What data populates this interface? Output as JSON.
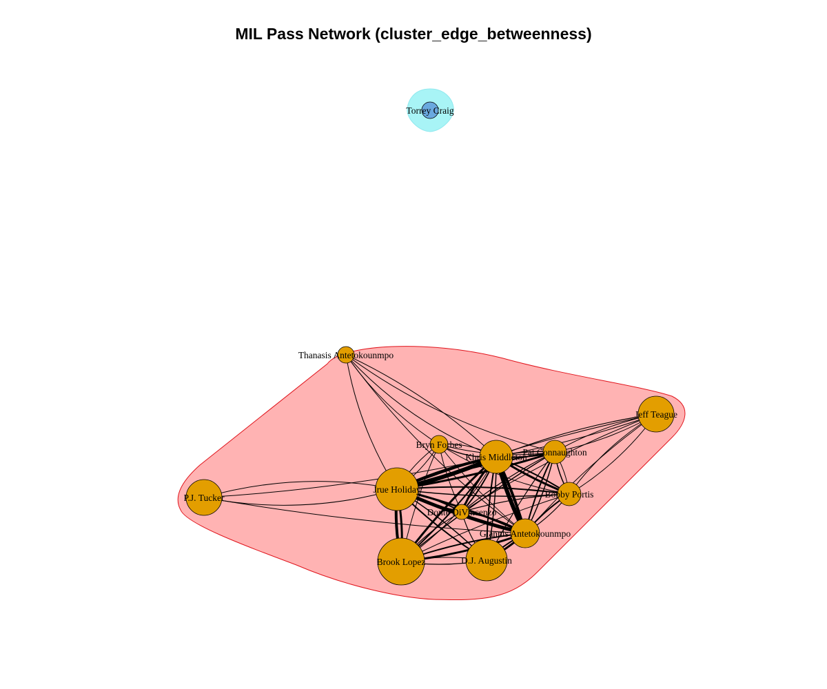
{
  "title": "MIL Pass Network (cluster_edge_betweenness)",
  "colors": {
    "main_cluster_fill": "#ffb3b3",
    "main_cluster_stroke": "#e0131b",
    "small_cluster_fill": "#a8f4f6",
    "small_cluster_stroke": "#8fe8ee",
    "main_node": "#e39e00",
    "small_node": "#6aa9df",
    "edge": "#000000"
  },
  "clusters": [
    {
      "id": "c1",
      "name": "main-cluster",
      "members": [
        "thanasis",
        "jeff",
        "bryn",
        "khris",
        "pat",
        "jrue",
        "pj",
        "bobby",
        "donte",
        "giannis",
        "brook",
        "dj"
      ]
    },
    {
      "id": "c2",
      "name": "isolated-cluster",
      "members": [
        "torrey"
      ]
    }
  ],
  "nodes": [
    {
      "id": "torrey",
      "label": "Torrey Craig",
      "cluster": "c2"
    },
    {
      "id": "thanasis",
      "label": "Thanasis Antetokounmpo",
      "cluster": "c1"
    },
    {
      "id": "jeff",
      "label": "Jeff Teague",
      "cluster": "c1"
    },
    {
      "id": "bryn",
      "label": "Bryn Forbes",
      "cluster": "c1"
    },
    {
      "id": "khris",
      "label": "Khris Middleton",
      "cluster": "c1"
    },
    {
      "id": "pat",
      "label": "Pat Connaughton",
      "cluster": "c1"
    },
    {
      "id": "jrue",
      "label": "Jrue Holiday",
      "cluster": "c1"
    },
    {
      "id": "pj",
      "label": "P.J. Tucker",
      "cluster": "c1"
    },
    {
      "id": "bobby",
      "label": "Bobby Portis",
      "cluster": "c1"
    },
    {
      "id": "donte",
      "label": "Donte DiVincenzo",
      "cluster": "c1"
    },
    {
      "id": "giannis",
      "label": "Giannis Antetokounmpo",
      "cluster": "c1"
    },
    {
      "id": "brook",
      "label": "Brook Lopez",
      "cluster": "c1"
    },
    {
      "id": "dj",
      "label": "D.J. Augustin",
      "cluster": "c1"
    }
  ],
  "edges": [
    {
      "a": "jrue",
      "b": "khris",
      "w": 6,
      "c": 0.05
    },
    {
      "a": "jrue",
      "b": "khris",
      "w": 4,
      "c": -0.06
    },
    {
      "a": "khris",
      "b": "giannis",
      "w": 6,
      "c": 0.05
    },
    {
      "a": "khris",
      "b": "giannis",
      "w": 4,
      "c": -0.05
    },
    {
      "a": "jrue",
      "b": "giannis",
      "w": 5,
      "c": 0.05
    },
    {
      "a": "jrue",
      "b": "giannis",
      "w": 3,
      "c": -0.05
    },
    {
      "a": "jrue",
      "b": "brook",
      "w": 4,
      "c": 0.07
    },
    {
      "a": "jrue",
      "b": "brook",
      "w": 3,
      "c": -0.07
    },
    {
      "a": "brook",
      "b": "giannis",
      "w": 3,
      "c": 0.06
    },
    {
      "a": "brook",
      "b": "giannis",
      "w": 2,
      "c": -0.06
    },
    {
      "a": "dj",
      "b": "giannis",
      "w": 3,
      "c": 0.06
    },
    {
      "a": "dj",
      "b": "giannis",
      "w": 2,
      "c": -0.06
    },
    {
      "a": "jrue",
      "b": "pat",
      "w": 3,
      "c": 0.04
    },
    {
      "a": "jrue",
      "b": "pat",
      "w": 2,
      "c": -0.04
    },
    {
      "a": "khris",
      "b": "pat",
      "w": 2,
      "c": 0.08
    },
    {
      "a": "khris",
      "b": "pat",
      "w": 1.5,
      "c": -0.08
    },
    {
      "a": "khris",
      "b": "bobby",
      "w": 3,
      "c": 0.05
    },
    {
      "a": "khris",
      "b": "bobby",
      "w": 2,
      "c": -0.05
    },
    {
      "a": "khris",
      "b": "donte",
      "w": 3,
      "c": 0.08
    },
    {
      "a": "khris",
      "b": "donte",
      "w": 2,
      "c": -0.08
    },
    {
      "a": "jrue",
      "b": "donte",
      "w": 3,
      "c": 0.08
    },
    {
      "a": "jrue",
      "b": "donte",
      "w": 2,
      "c": -0.08
    },
    {
      "a": "giannis",
      "b": "donte",
      "w": 2,
      "c": 0.1
    },
    {
      "a": "giannis",
      "b": "donte",
      "w": 1.5,
      "c": -0.1
    },
    {
      "a": "khris",
      "b": "brook",
      "w": 3,
      "c": 0.05
    },
    {
      "a": "khris",
      "b": "brook",
      "w": 2,
      "c": -0.05
    },
    {
      "a": "khris",
      "b": "dj",
      "w": 2,
      "c": 0.05
    },
    {
      "a": "khris",
      "b": "dj",
      "w": 1.5,
      "c": -0.05
    },
    {
      "a": "jrue",
      "b": "dj",
      "w": 2,
      "c": 0.06
    },
    {
      "a": "jrue",
      "b": "dj",
      "w": 1.5,
      "c": -0.06
    },
    {
      "a": "brook",
      "b": "dj",
      "w": 1.2,
      "c": 0.08
    },
    {
      "a": "brook",
      "b": "dj",
      "w": 1,
      "c": -0.08
    },
    {
      "a": "brook",
      "b": "khris",
      "w": 1,
      "c": 0.12
    },
    {
      "a": "pat",
      "b": "giannis",
      "w": 2,
      "c": 0.06
    },
    {
      "a": "pat",
      "b": "giannis",
      "w": 1.5,
      "c": -0.06
    },
    {
      "a": "pat",
      "b": "bobby",
      "w": 1.5,
      "c": 0.1
    },
    {
      "a": "pat",
      "b": "bobby",
      "w": 1,
      "c": -0.1
    },
    {
      "a": "pat",
      "b": "brook",
      "w": 1.5,
      "c": 0.04
    },
    {
      "a": "pat",
      "b": "dj",
      "w": 1.2,
      "c": 0.04
    },
    {
      "a": "pat",
      "b": "donte",
      "w": 1.2,
      "c": 0.06
    },
    {
      "a": "bobby",
      "b": "jrue",
      "w": 2,
      "c": 0.05
    },
    {
      "a": "bobby",
      "b": "jrue",
      "w": 1.5,
      "c": -0.05
    },
    {
      "a": "bobby",
      "b": "giannis",
      "w": 2,
      "c": 0.08
    },
    {
      "a": "bobby",
      "b": "giannis",
      "w": 1.2,
      "c": -0.08
    },
    {
      "a": "bobby",
      "b": "donte",
      "w": 1.2,
      "c": 0.06
    },
    {
      "a": "bobby",
      "b": "brook",
      "w": 1,
      "c": 0.04
    },
    {
      "a": "bryn",
      "b": "khris",
      "w": 1.5,
      "c": 0.15
    },
    {
      "a": "bryn",
      "b": "khris",
      "w": 1,
      "c": -0.15
    },
    {
      "a": "bryn",
      "b": "jrue",
      "w": 1,
      "c": 0.1
    },
    {
      "a": "bryn",
      "b": "jrue",
      "w": 1,
      "c": -0.1
    },
    {
      "a": "bryn",
      "b": "giannis",
      "w": 1,
      "c": 0.06
    },
    {
      "a": "bryn",
      "b": "donte",
      "w": 1,
      "c": 0.06
    },
    {
      "a": "bryn",
      "b": "pat",
      "w": 1,
      "c": 0.1
    },
    {
      "a": "bryn",
      "b": "bobby",
      "w": 1,
      "c": 0.1
    },
    {
      "a": "bryn",
      "b": "brook",
      "w": 1,
      "c": 0.05
    },
    {
      "a": "jeff",
      "b": "khris",
      "w": 1.2,
      "c": 0.06
    },
    {
      "a": "jeff",
      "b": "khris",
      "w": 1,
      "c": -0.04
    },
    {
      "a": "jeff",
      "b": "pat",
      "w": 1,
      "c": 0.08
    },
    {
      "a": "jeff",
      "b": "pat",
      "w": 1,
      "c": -0.08
    },
    {
      "a": "jeff",
      "b": "bobby",
      "w": 1,
      "c": 0.1
    },
    {
      "a": "jeff",
      "b": "bobby",
      "w": 1,
      "c": -0.1
    },
    {
      "a": "jeff",
      "b": "giannis",
      "w": 1,
      "c": 0.06
    },
    {
      "a": "jeff",
      "b": "donte",
      "w": 1,
      "c": 0.05
    },
    {
      "a": "jeff",
      "b": "jrue",
      "w": 1,
      "c": 0.04
    },
    {
      "a": "thanasis",
      "b": "jrue",
      "w": 1,
      "c": 0.1
    },
    {
      "a": "thanasis",
      "b": "khris",
      "w": 1,
      "c": 0.12
    },
    {
      "a": "thanasis",
      "b": "khris",
      "w": 1,
      "c": -0.08
    },
    {
      "a": "thanasis",
      "b": "bryn",
      "w": 1,
      "c": 0.1
    },
    {
      "a": "thanasis",
      "b": "pat",
      "w": 1,
      "c": 0.1
    },
    {
      "a": "thanasis",
      "b": "giannis",
      "w": 1,
      "c": 0.08
    },
    {
      "a": "pj",
      "b": "jrue",
      "w": 1,
      "c": 0.12
    },
    {
      "a": "pj",
      "b": "jrue",
      "w": 1,
      "c": -0.12
    },
    {
      "a": "pj",
      "b": "khris",
      "w": 1,
      "c": 0.04
    },
    {
      "a": "pj",
      "b": "giannis",
      "w": 1,
      "c": 0.03
    },
    {
      "a": "donte",
      "b": "dj",
      "w": 1.2,
      "c": 0.1
    },
    {
      "a": "donte",
      "b": "brook",
      "w": 1.2,
      "c": 0.1
    }
  ]
}
